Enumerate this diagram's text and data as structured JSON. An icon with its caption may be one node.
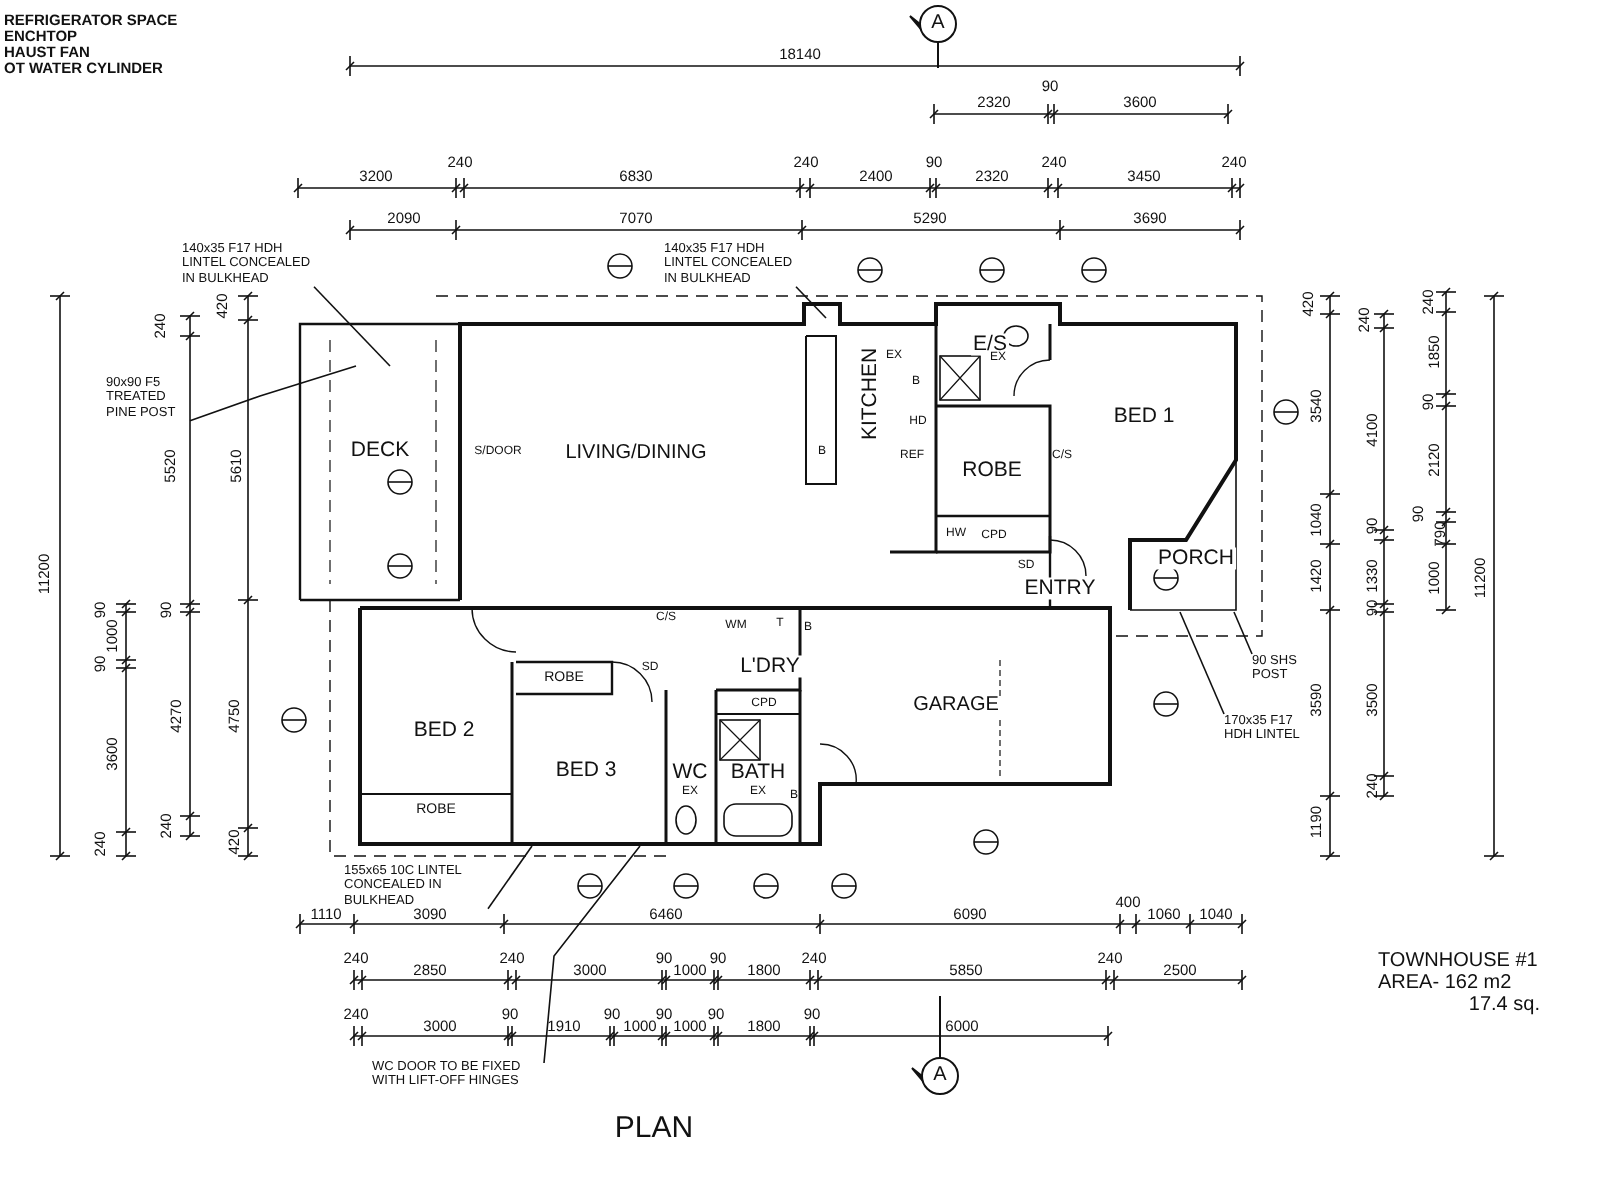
{
  "diagram": {
    "title": "PLAN",
    "nodes": [
      {
        "text": [
          "DECK"
        ]
      },
      {
        "text": [
          "LIVING/DINING"
        ]
      },
      {
        "text": [
          "KITCHEN"
        ]
      },
      {
        "text": [
          "E/S"
        ]
      },
      {
        "text": [
          "BED 1"
        ]
      },
      {
        "text": [
          "ROBE"
        ]
      },
      {
        "text": [
          "PORCH"
        ]
      },
      {
        "text": [
          "ENTRY"
        ]
      },
      {
        "text": [
          "L'DRY"
        ]
      },
      {
        "text": [
          "GARAGE"
        ]
      },
      {
        "text": [
          "BED 2"
        ]
      },
      {
        "text": [
          "ROBE"
        ]
      },
      {
        "text": [
          "BED 3"
        ]
      },
      {
        "text": [
          "WC"
        ]
      },
      {
        "text": [
          "BATH"
        ]
      },
      {
        "text": [
          "ROBE"
        ]
      },
      {
        "text": [
          "140x35 F17 HDH LINTEL CONCEALED IN BULKHEAD"
        ]
      },
      {
        "text": [
          "140x35 F17 HDH LINTEL CONCEALED IN BULKHEAD"
        ]
      },
      {
        "text": [
          "90x90 F5 TREATED PINE POST"
        ]
      },
      {
        "text": [
          "90 SHS POST"
        ]
      },
      {
        "text": [
          "170x35 F17 HDH LINTEL"
        ]
      },
      {
        "text": [
          "155x65 10C LINTEL CONCEALED IN BULKHEAD"
        ]
      },
      {
        "text": [
          "WC DOOR TO BE FIXED WITH LIFT-OFF HINGES"
        ]
      }
    ],
    "edges": [
      {
        "from": 16,
        "to": null,
        "arrow": "none"
      },
      {
        "from": 17,
        "to": null,
        "arrow": "none"
      },
      {
        "from": 18,
        "to": null,
        "arrow": "none"
      },
      {
        "from": 19,
        "to": null,
        "arrow": "none"
      },
      {
        "from": 20,
        "to": null,
        "arrow": "none"
      },
      {
        "from": 21,
        "to": null,
        "arrow": "none"
      },
      {
        "from": 22,
        "to": null,
        "arrow": "none"
      }
    ],
    "labels": [
      "REFRIGERATOR SPACE",
      "ENCHTOP",
      "HAUST FAN",
      "OT WATER CYLINDER",
      "18140",
      "2320",
      "90",
      "3600",
      "3200",
      "240",
      "6830",
      "240",
      "2400",
      "90",
      "2320",
      "240",
      "3450",
      "240",
      "2090",
      "7070",
      "5290",
      "3690",
      "A",
      "420",
      "240",
      "5520",
      "5610",
      "11200",
      "90",
      "90",
      "1000",
      "90",
      "4270",
      "4750",
      "3600",
      "240",
      "240",
      "420",
      "420",
      "240",
      "240",
      "1850",
      "3540",
      "90",
      "4100",
      "2120",
      "1040",
      "90",
      "90",
      "790",
      "1420",
      "1330",
      "1000",
      "11200",
      "90",
      "3590",
      "3500",
      "240",
      "1190",
      "EX",
      "EX",
      "B",
      "HD",
      "S/DOOR",
      "B",
      "REF",
      "C/S",
      "HW",
      "CPD",
      "SD",
      "C/S",
      "WM",
      "T",
      "B",
      "SD",
      "CPD",
      "EX",
      "EX",
      "B",
      "1110",
      "3090",
      "6460",
      "6090",
      "400",
      "1060",
      "1040",
      "240",
      "2850",
      "240",
      "3000",
      "90",
      "1000",
      "90",
      "1800",
      "240",
      "5850",
      "240",
      "2500",
      "240",
      "3000",
      "90",
      "1910",
      "90",
      "1000",
      "90",
      "1000",
      "90",
      "1800",
      "90",
      "6000",
      "A",
      "TOWNHOUSE #1",
      "AREA- 162 m2",
      "17.4 sq."
    ]
  }
}
